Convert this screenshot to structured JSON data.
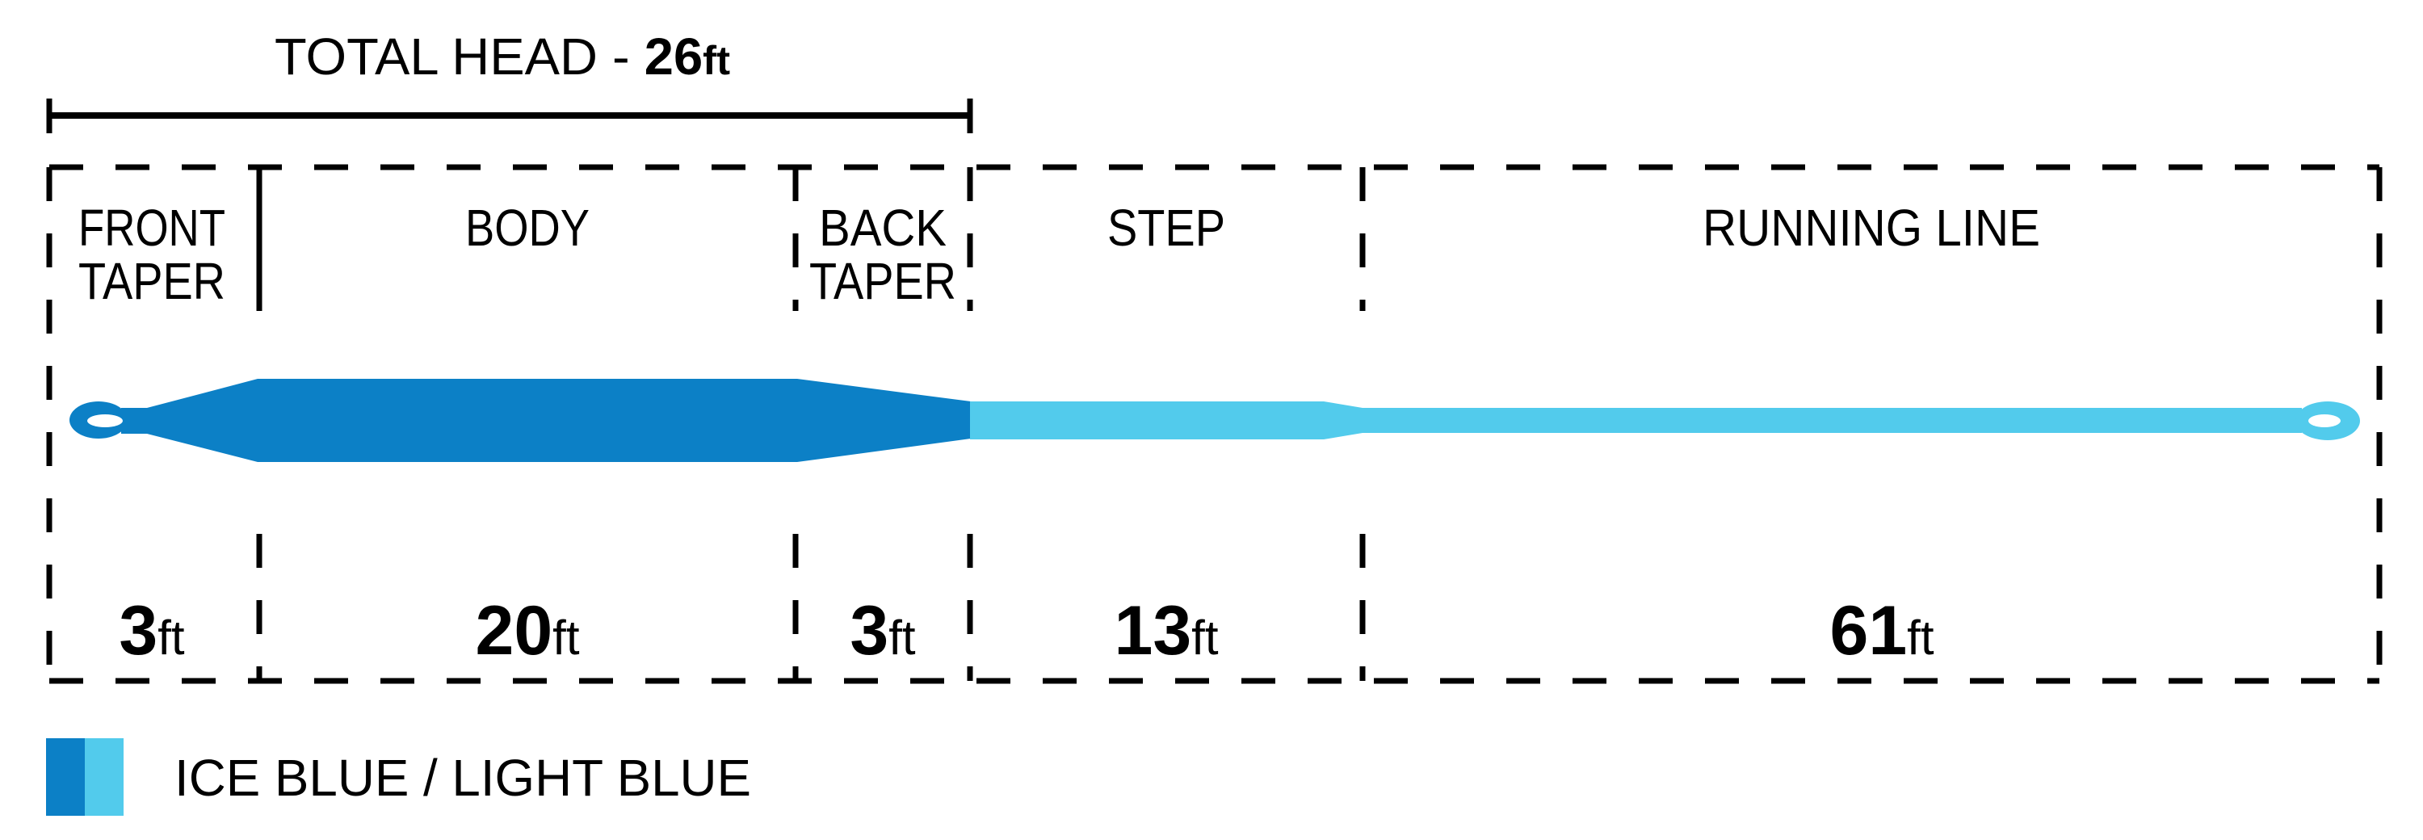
{
  "total_head": {
    "label": "TOTAL HEAD - ",
    "value": "26",
    "unit": "ft"
  },
  "sections": [
    {
      "line1": "FRONT",
      "line2": "TAPER",
      "value": "3",
      "unit": "ft"
    },
    {
      "line1": "BODY",
      "line2": "",
      "value": "20",
      "unit": "ft"
    },
    {
      "line1": "BACK",
      "line2": "TAPER",
      "value": "3",
      "unit": "ft"
    },
    {
      "line1": "STEP",
      "line2": "",
      "value": "13",
      "unit": "ft"
    },
    {
      "line1": "RUNNING LINE",
      "line2": "",
      "value": "61",
      "unit": "ft"
    }
  ],
  "legend": {
    "label": "ICE BLUE / LIGHT BLUE"
  },
  "colors": {
    "ice_blue": "#0c80c6",
    "light_blue": "#52cbec"
  }
}
